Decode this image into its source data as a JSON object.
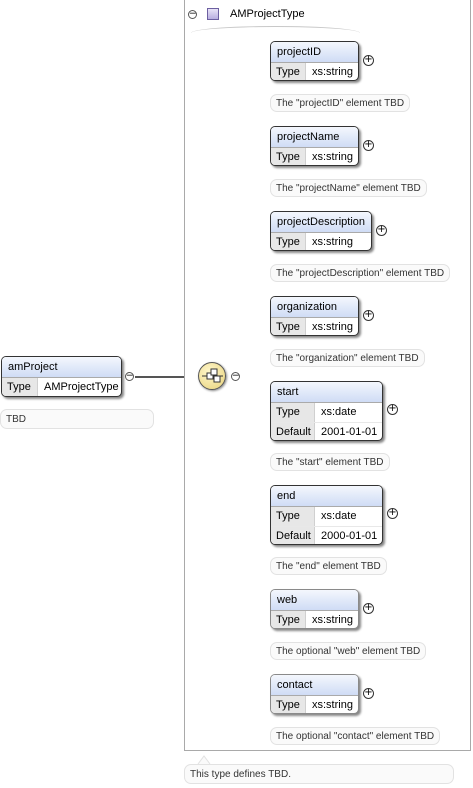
{
  "type": {
    "name": "AMProjectType",
    "doc": "This type defines TBD.",
    "collapse_symbol": "−"
  },
  "root": {
    "name": "amProject",
    "type_key": "Type",
    "type_value": "AMProjectType",
    "doc": "TBD",
    "collapse_symbol": "−"
  },
  "sequence": {
    "collapse_symbol": "−",
    "icon": "sequence-icon"
  },
  "elements": [
    {
      "name": "projectID",
      "type_key": "Type",
      "type_value": "xs:string",
      "doc": "The \"projectID\" element TBD",
      "optional": false
    },
    {
      "name": "projectName",
      "type_key": "Type",
      "type_value": "xs:string",
      "doc": "The \"projectName\" element TBD",
      "optional": false
    },
    {
      "name": "projectDescription",
      "type_key": "Type",
      "type_value": "xs:string",
      "doc": "The \"projectDescription\" element TBD",
      "optional": false
    },
    {
      "name": "organization",
      "type_key": "Type",
      "type_value": "xs:string",
      "doc": "The \"organization\" element TBD",
      "optional": false
    },
    {
      "name": "start",
      "type_key": "Type",
      "type_value": "xs:date",
      "default_key": "Default",
      "default_value": "2001-01-01",
      "doc": "The \"start\" element TBD",
      "optional": false
    },
    {
      "name": "end",
      "type_key": "Type",
      "type_value": "xs:date",
      "default_key": "Default",
      "default_value": "2000-01-01",
      "doc": "The \"end\" element TBD",
      "optional": false
    },
    {
      "name": "web",
      "type_key": "Type",
      "type_value": "xs:string",
      "doc": "The optional \"web\" element TBD",
      "optional": true
    },
    {
      "name": "contact",
      "type_key": "Type",
      "type_value": "xs:string",
      "doc": "The optional \"contact\" element TBD",
      "optional": true
    }
  ],
  "expand_symbol": "+",
  "colors": {
    "element_header": "#cfdcf5",
    "type_icon": "#b8aee0",
    "sequence": "#e8d27a"
  }
}
